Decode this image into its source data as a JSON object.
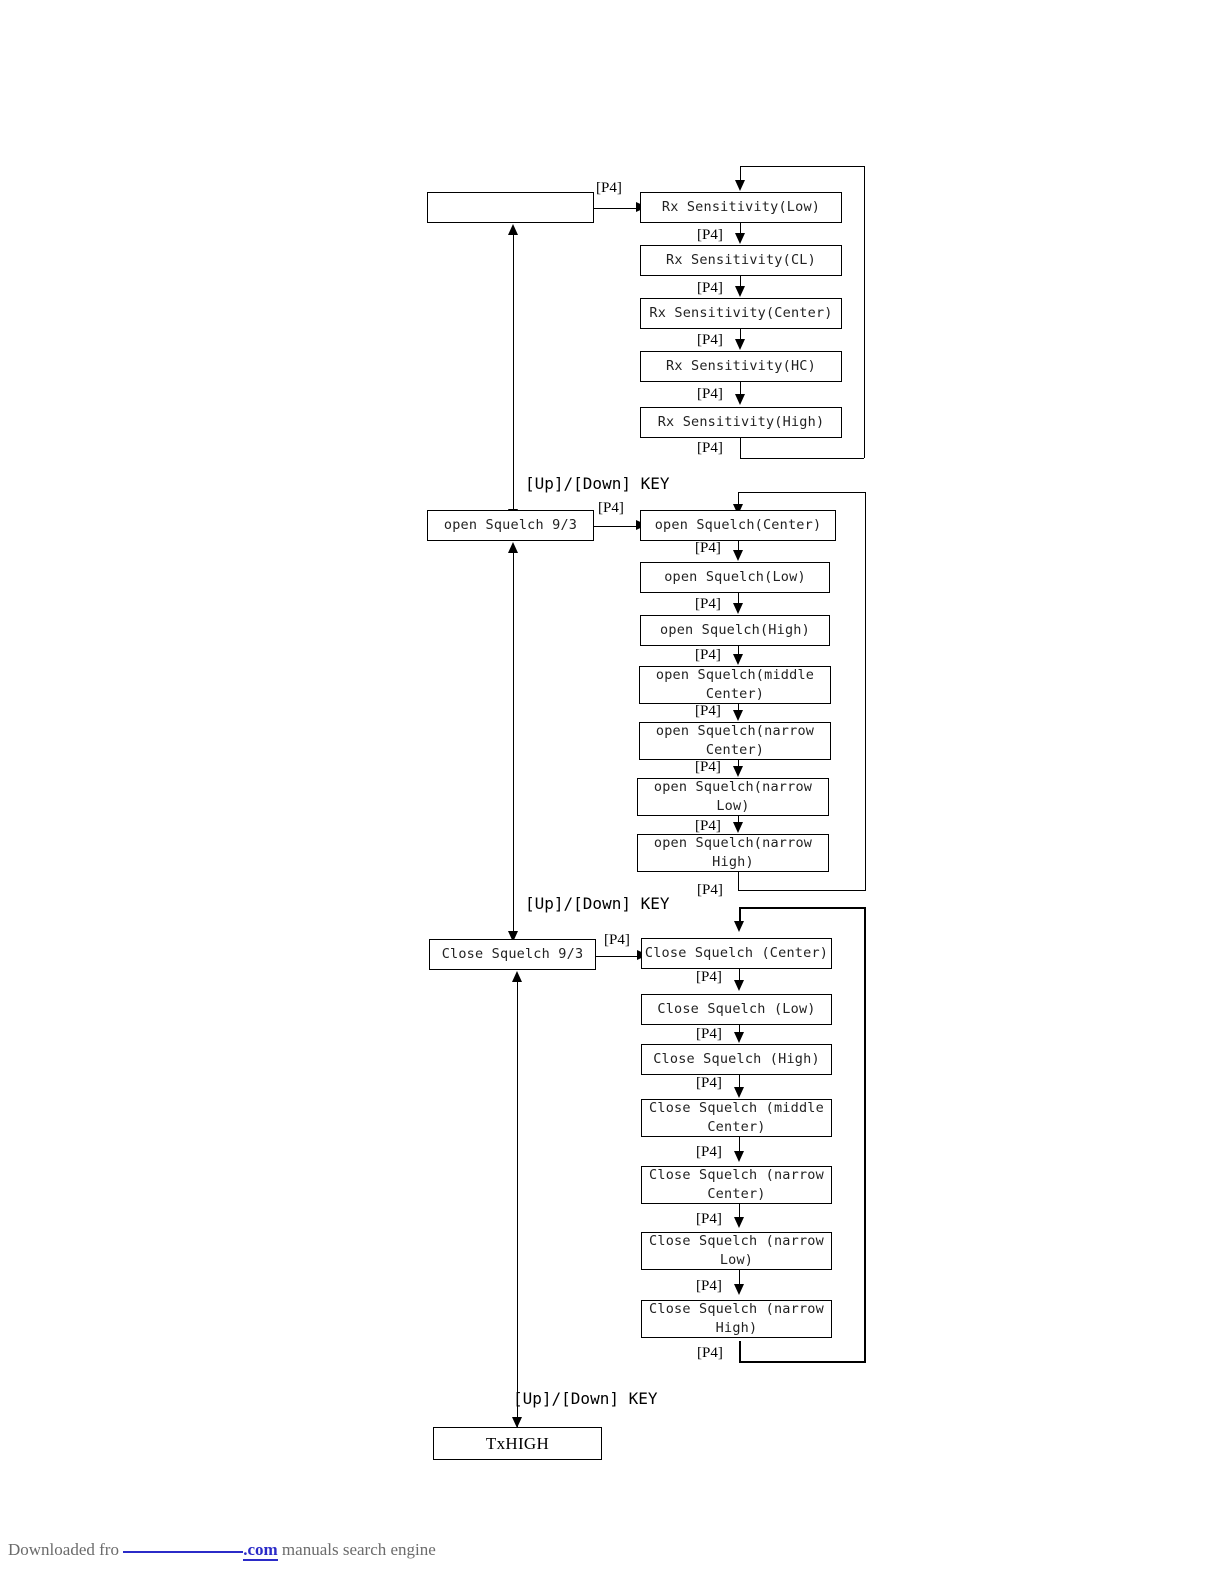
{
  "diagram": {
    "title": "Rx Sensitivity / Squelch adjustment flow",
    "type": "flowchart",
    "edge_labels": {
      "p4": "[P4]",
      "updown_key": "[Up]/[Down] KEY"
    },
    "groups": [
      {
        "id": "rx-sensitivity",
        "left_box": "",
        "entry_label": "[P4]",
        "loop_label": "[P4]",
        "items": [
          "Rx Sensitivity(Low)",
          "Rx Sensitivity(CL)",
          "Rx Sensitivity(Center)",
          "Rx Sensitivity(HC)",
          "Rx Sensitivity(High)"
        ],
        "step_labels": [
          "[P4]",
          "[P4]",
          "[P4]",
          "[P4]"
        ]
      },
      {
        "id": "open-squelch",
        "left_box": "open Squelch 9/3",
        "entry_label": "[P4]",
        "loop_label": "[P4]",
        "items": [
          "open Squelch(Center)",
          "open Squelch(Low)",
          "open Squelch(High)",
          "open Squelch(middle\nCenter)",
          "open Squelch(narrow\nCenter)",
          "open Squelch(narrow\nLow)",
          "open Squelch(narrow\nHigh)"
        ],
        "step_labels": [
          "[P4]",
          "[P4]",
          "[P4]",
          "[P4]",
          "[P4]",
          "[P4]"
        ]
      },
      {
        "id": "close-squelch",
        "left_box": "Close Squelch 9/3",
        "entry_label": "[P4]",
        "loop_label": "[P4]",
        "items": [
          "Close Squelch (Center)",
          "Close Squelch (Low)",
          "Close Squelch (High)",
          "Close Squelch (middle\nCenter)",
          "Close Squelch (narrow\nCenter)",
          "Close Squelch (narrow\nLow)",
          "Close Squelch (narrow\nHigh)"
        ],
        "step_labels": [
          "[P4]",
          "[P4]",
          "[P4]",
          "[P4]",
          "[P4]",
          "[P4]"
        ]
      }
    ],
    "terminal_box": "TxHIGH",
    "transitions": [
      "[Up]/[Down] KEY",
      "[Up]/[Down] KEY",
      "[Up]/[Down] KEY"
    ],
    "colors": {
      "stroke": "#000000",
      "background": "#ffffff",
      "text": "#222222",
      "link": "#2b2bc8",
      "footer_text": "#6b6b6b"
    }
  },
  "footer": {
    "prefix": "Downloaded fro",
    "domain": ".com",
    "suffix": "manuals search engine"
  }
}
